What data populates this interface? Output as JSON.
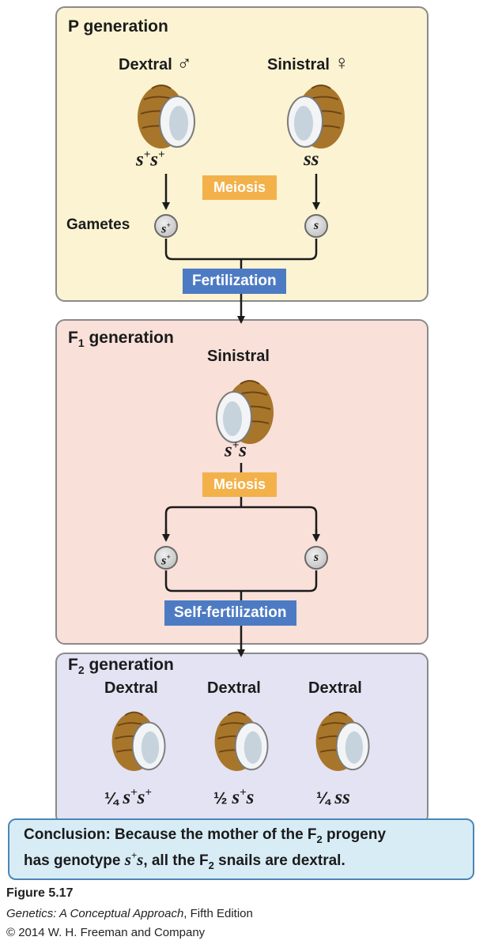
{
  "p_panel": {
    "title": "P generation",
    "dextral_label": "Dextral",
    "male_symbol": "♂",
    "sinistral_label": "Sinistral",
    "female_symbol": "♀",
    "geno_left_base": "s",
    "geno_plus": "+",
    "geno_right": "ss",
    "meiosis": "Meiosis",
    "gametes_label": "Gametes",
    "gamete_plus": "s",
    "gamete_plain": "s",
    "fertilization": "Fertilization"
  },
  "f1_panel": {
    "title_prefix": "F",
    "title_sub": "1",
    "title_suffix": " generation",
    "phenotype": "Sinistral",
    "geno_a": "s",
    "geno_plus": "+",
    "geno_b": "s",
    "meiosis": "Meiosis",
    "gamete_plus": "s",
    "gamete_plain": "s",
    "self_fertilization": "Self-fertilization"
  },
  "f2_panel": {
    "title_prefix": "F",
    "title_sub": "2",
    "title_suffix": " generation",
    "phenotypes": [
      "Dextral",
      "Dextral",
      "Dextral"
    ],
    "fractions": [
      "¼",
      "½",
      "¼"
    ],
    "genotype_3": "ss"
  },
  "conclusion": {
    "lead": "Conclusion: Because the mother of the F",
    "lead_sub": "2",
    "lead_end": " progeny",
    "line2_a": "has genotype ",
    "line2_s1": "s",
    "line2_plus": "+",
    "line2_s2": "s",
    "line2_b": ", all the F",
    "line2_sub": "2",
    "line2_c": " snails are dextral."
  },
  "caption": {
    "figure": "Figure 5.17",
    "book_title": "Genetics: A Conceptual Approach",
    "book_edition": ", Fifth Edition",
    "copyright": "© 2014 W. H. Freeman and Company"
  }
}
